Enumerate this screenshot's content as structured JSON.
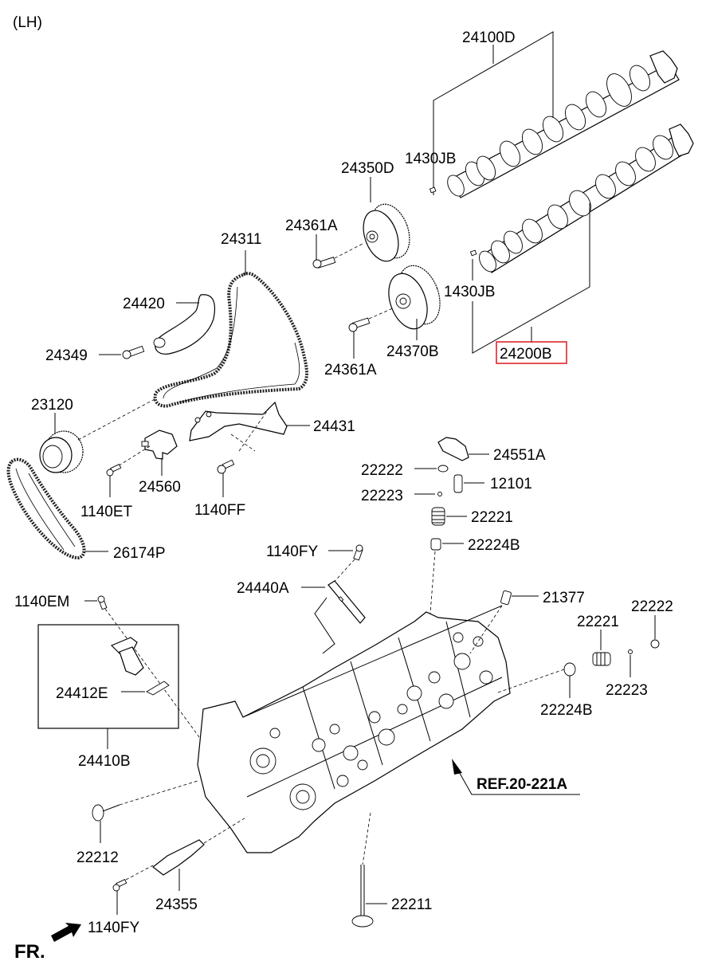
{
  "header": {
    "side_label": "(LH)"
  },
  "highlight_color": "#e0262b",
  "parts": {
    "camshaft_exhaust": "24100D",
    "camshaft_intake_assy": "24200B",
    "pin_top": "1430JB",
    "pin_bottom": "1430JB",
    "cvvt_exhaust": "24350D",
    "cvvt_intake": "24370B",
    "bolt_cvvt_top": "24361A",
    "bolt_cvvt_bottom": "24361A",
    "timing_chain": "24311",
    "chain_guide_lever": "24420",
    "lever_bolt": "24349",
    "sprocket": "23120",
    "chain_guide": "24431",
    "tensioner": "24560",
    "bolt_tensioner": "1140ET",
    "bolt_guide": "1140FF",
    "oil_pump_chain": "26174P",
    "rocker_arm": "24551A",
    "retainer_upper": "22222",
    "cotter_upper": "22223",
    "lash_adjuster": "12101",
    "spring_upper": "22221",
    "stem_seal_upper": "22224B",
    "bolt_tensioner_arm": "1140FY",
    "tensioner_arm": "24440A",
    "bolt_em": "1140EM",
    "tensioner_gasket": "24412E",
    "tensioner_assy": "24410B",
    "plug": "21377",
    "spring_right": "22221",
    "retainer_right": "22222",
    "cotter_right": "22223",
    "stem_seal_right": "22224B",
    "reference": "REF.20-221A",
    "exhaust_valve": "22212",
    "ocv": "24355",
    "bolt_ocv": "1140FY",
    "intake_valve": "22211"
  },
  "footer": {
    "direction_label": "FR."
  }
}
